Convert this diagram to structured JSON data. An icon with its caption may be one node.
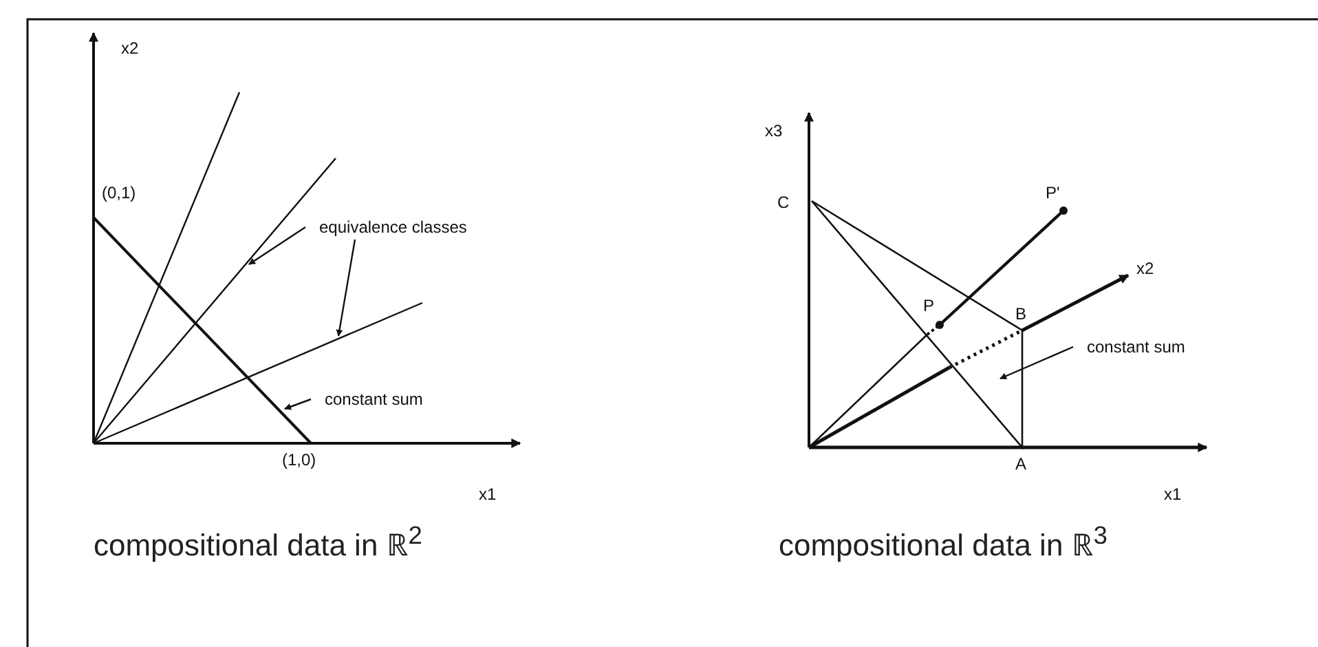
{
  "diagram": {
    "nodes": [
      {
        "text": [
          "equivalence classes"
        ]
      },
      {
        "text": [
          "constant sum"
        ]
      },
      {
        "text": [
          "constant sum"
        ]
      },
      {
        "text": [],
        "shape": "triangle"
      }
    ],
    "edges": [
      {
        "from": 0,
        "to": null,
        "arrow": "to"
      },
      {
        "from": 0,
        "to": null,
        "arrow": "to"
      },
      {
        "from": 1,
        "to": 3,
        "arrow": "to"
      },
      {
        "from": 2,
        "to": null,
        "arrow": "to"
      }
    ],
    "labels": [
      "x2",
      "(0,1)",
      "(1,0)",
      "x1",
      "compositional data in ℝ$^{2}$",
      "x3",
      "C",
      "P'",
      "x2",
      "P",
      "B",
      "A",
      "x1",
      "compositional data in ℝ$^{3}$"
    ]
  }
}
